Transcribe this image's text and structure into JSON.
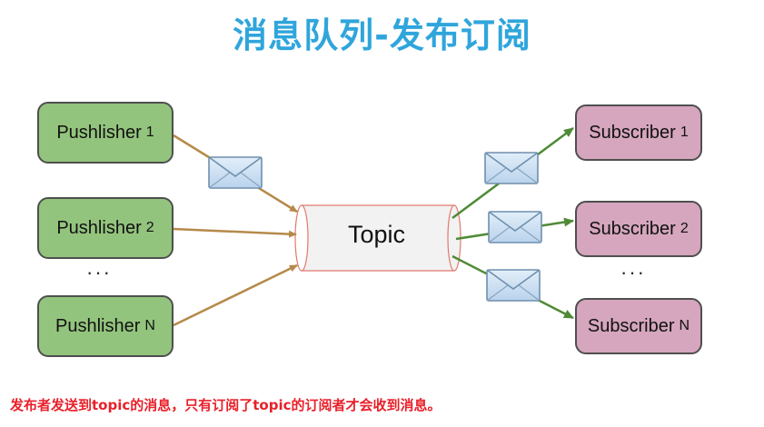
{
  "title": "消息队列-发布订阅",
  "publishers": [
    {
      "name": "Pushlisher",
      "suffix": "1"
    },
    {
      "name": "Pushlisher",
      "suffix": "2"
    },
    {
      "name": "Pushlisher",
      "suffix": "N"
    }
  ],
  "publisher_ellipsis": "···",
  "topic": "Topic",
  "subscribers": [
    {
      "name": "Subscriber",
      "suffix": "1"
    },
    {
      "name": "Subscriber",
      "suffix": "2"
    },
    {
      "name": "Subscriber",
      "suffix": "N"
    }
  ],
  "subscriber_ellipsis": "···",
  "caption": "发布者发送到topic的消息，只有订阅了topic的订阅者才会收到消息。",
  "colors": {
    "title": "#2fa5dc",
    "publisher_fill": "#93c47d",
    "subscriber_fill": "#d5a6bd",
    "publish_arrow": "#b58a4a",
    "subscribe_arrow": "#4f8a36",
    "caption": "#e8202a"
  },
  "icons": [
    "envelope-icon"
  ]
}
